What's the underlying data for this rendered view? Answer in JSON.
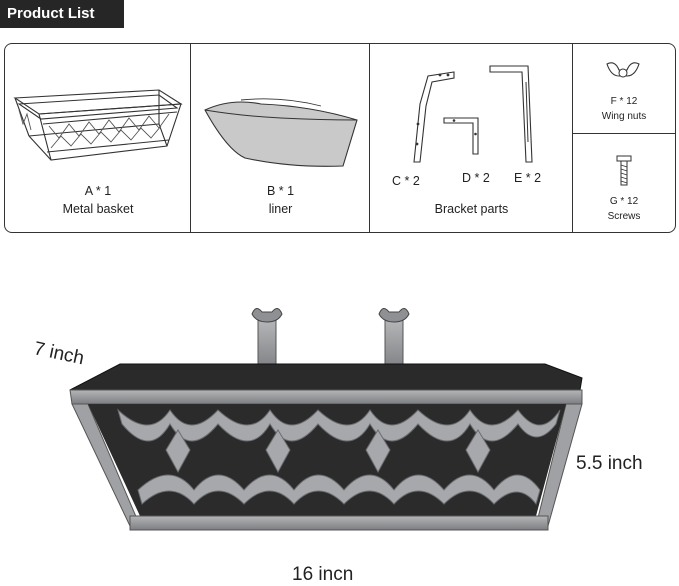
{
  "header": {
    "title": "Product List"
  },
  "parts": {
    "a": {
      "qty": "A * 1",
      "name": "Metal basket"
    },
    "b": {
      "qty": "B * 1",
      "name": "liner"
    },
    "c": {
      "qty": "C * 2"
    },
    "d": {
      "qty": "D * 2"
    },
    "e": {
      "qty": "E * 2"
    },
    "bracket_group_name": "Bracket parts",
    "f": {
      "qty": "F * 12",
      "name": "Wing nuts"
    },
    "g": {
      "qty": "G * 12",
      "name": "Screws"
    }
  },
  "dimensions": {
    "depth": "7 inch",
    "height": "5.5 inch",
    "length": "16 incn"
  },
  "colors": {
    "header_bg": "#262626",
    "frame": "#8e9093",
    "liner": "#2a2a2a"
  }
}
